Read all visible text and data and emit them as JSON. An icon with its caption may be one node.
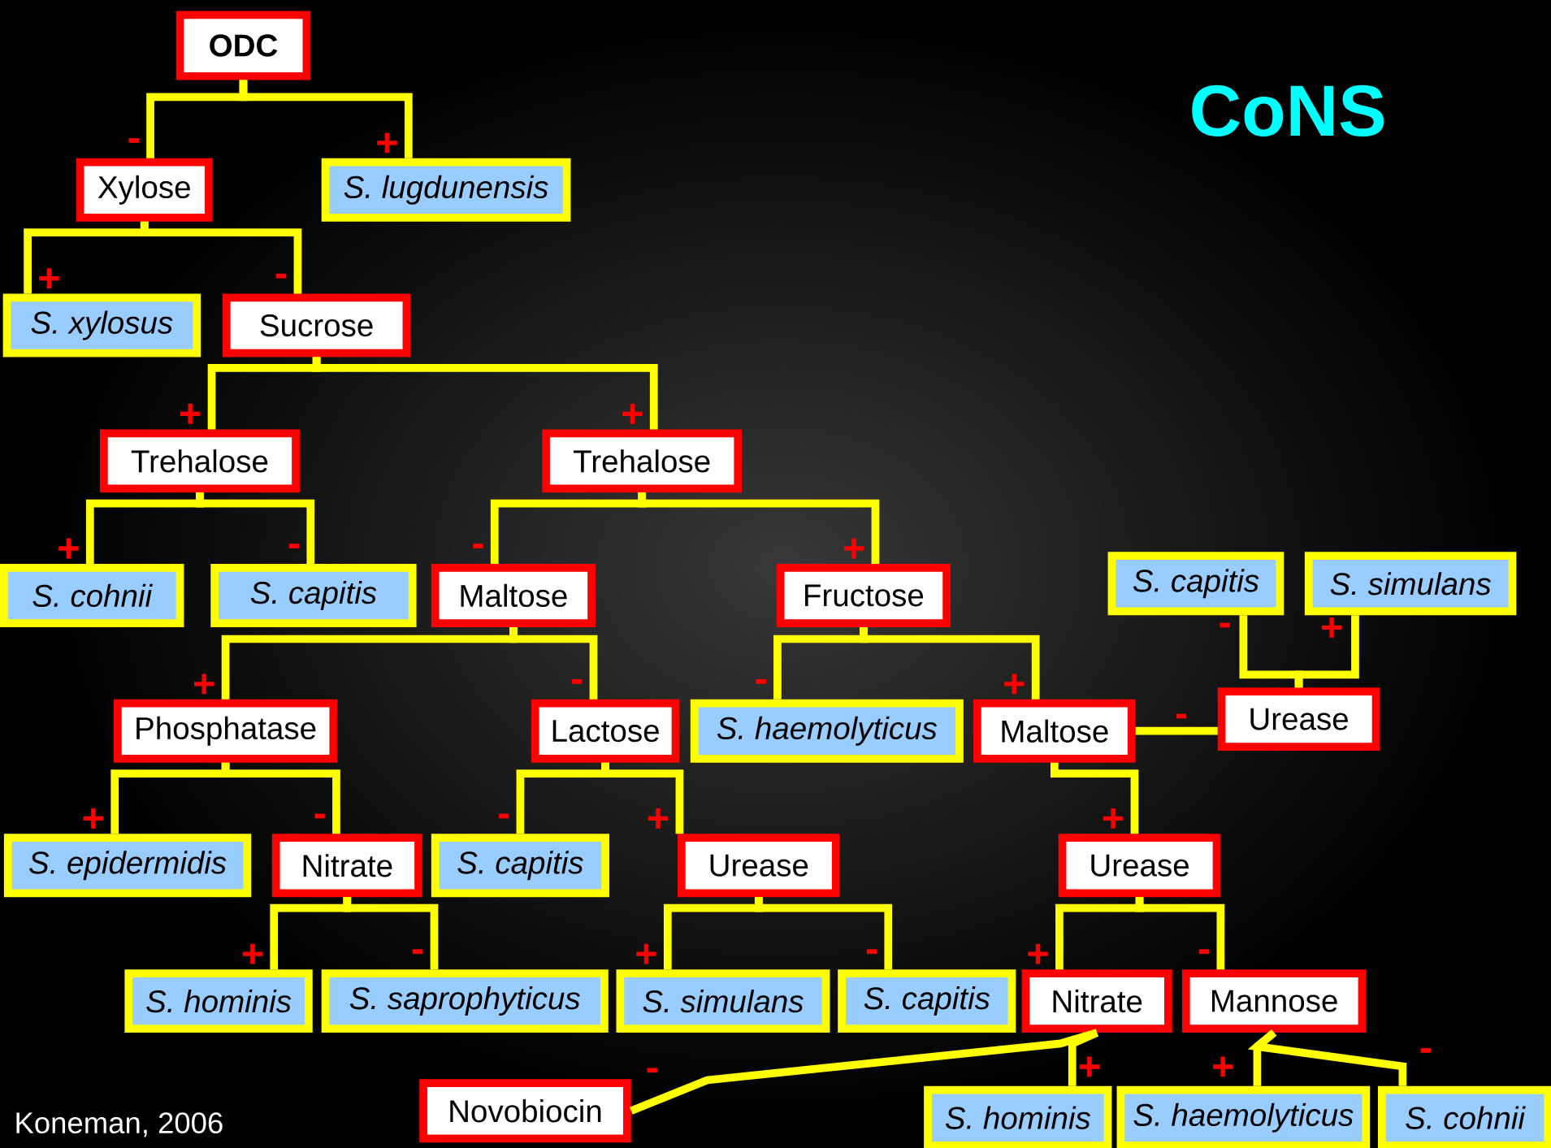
{
  "diagram": {
    "title": "CoNS",
    "caption": "Koneman, 2006",
    "nodes": [
      {
        "text": [
          "ODC"
        ]
      },
      {
        "text": [
          "Xylose"
        ]
      },
      {
        "text": [
          "S. lugdunensis"
        ]
      },
      {
        "text": [
          "S. xylosus"
        ]
      },
      {
        "text": [
          "Sucrose"
        ]
      },
      {
        "text": [
          "Trehalose"
        ]
      },
      {
        "text": [
          "Trehalose"
        ]
      },
      {
        "text": [
          "S. cohnii"
        ]
      },
      {
        "text": [
          "S. capitis"
        ]
      },
      {
        "text": [
          "Maltose"
        ]
      },
      {
        "text": [
          "Fructose"
        ]
      },
      {
        "text": [
          "S. capitis"
        ]
      },
      {
        "text": [
          "S. simulans"
        ]
      },
      {
        "text": [
          "Phosphatase"
        ]
      },
      {
        "text": [
          "Lactose"
        ]
      },
      {
        "text": [
          "S. haemolyticus"
        ]
      },
      {
        "text": [
          "Maltose"
        ]
      },
      {
        "text": [
          "Urease"
        ]
      },
      {
        "text": [
          "S. epidermidis"
        ]
      },
      {
        "text": [
          "Nitrate"
        ]
      },
      {
        "text": [
          "S. capitis"
        ]
      },
      {
        "text": [
          "Urease"
        ]
      },
      {
        "text": [
          "Urease"
        ]
      },
      {
        "text": [
          "S. hominis"
        ]
      },
      {
        "text": [
          "S. saprophyticus"
        ]
      },
      {
        "text": [
          "S. simulans"
        ]
      },
      {
        "text": [
          "S. capitis"
        ]
      },
      {
        "text": [
          "Nitrate"
        ]
      },
      {
        "text": [
          "Mannose"
        ]
      },
      {
        "text": [
          "Novobiocin"
        ]
      },
      {
        "text": [
          "S. hominis"
        ]
      },
      {
        "text": [
          "S. haemolyticus"
        ]
      },
      {
        "text": [
          "S. cohnii"
        ]
      }
    ],
    "edges": [
      {
        "from": 0,
        "to": 1,
        "arrow": "none",
        "label": "-"
      },
      {
        "from": 0,
        "to": 2,
        "arrow": "none",
        "label": "+"
      },
      {
        "from": 1,
        "to": 3,
        "arrow": "none",
        "label": "+"
      },
      {
        "from": 1,
        "to": 4,
        "arrow": "none",
        "label": "-"
      },
      {
        "from": 4,
        "to": 5,
        "arrow": "none",
        "label": "+"
      },
      {
        "from": 4,
        "to": 6,
        "arrow": "none",
        "label": "+"
      },
      {
        "from": 5,
        "to": 7,
        "arrow": "none",
        "label": "+"
      },
      {
        "from": 5,
        "to": 8,
        "arrow": "none",
        "label": "-"
      },
      {
        "from": 6,
        "to": 9,
        "arrow": "none",
        "label": "-"
      },
      {
        "from": 6,
        "to": 10,
        "arrow": "none",
        "label": "+"
      },
      {
        "from": 9,
        "to": 13,
        "arrow": "none",
        "label": "+"
      },
      {
        "from": 9,
        "to": 14,
        "arrow": "none",
        "label": "-"
      },
      {
        "from": 10,
        "to": 15,
        "arrow": "none",
        "label": "-"
      },
      {
        "from": 10,
        "to": 16,
        "arrow": "none",
        "label": "+"
      },
      {
        "from": 16,
        "to": 17,
        "arrow": "none",
        "label": "-"
      },
      {
        "from": 17,
        "to": 11,
        "arrow": "none",
        "label": "-"
      },
      {
        "from": 17,
        "to": 12,
        "arrow": "none",
        "label": "+"
      },
      {
        "from": 13,
        "to": 18,
        "arrow": "none",
        "label": "+"
      },
      {
        "from": 13,
        "to": 19,
        "arrow": "none",
        "label": "-"
      },
      {
        "from": 14,
        "to": 20,
        "arrow": "none",
        "label": "-"
      },
      {
        "from": 14,
        "to": 21,
        "arrow": "none",
        "label": "+"
      },
      {
        "from": 16,
        "to": 22,
        "arrow": "none",
        "label": "+"
      },
      {
        "from": 19,
        "to": 23,
        "arrow": "none",
        "label": "+"
      },
      {
        "from": 19,
        "to": 24,
        "arrow": "none",
        "label": "-"
      },
      {
        "from": 21,
        "to": 25,
        "arrow": "none",
        "label": "+"
      },
      {
        "from": 21,
        "to": 26,
        "arrow": "none",
        "label": "-"
      },
      {
        "from": 22,
        "to": 27,
        "arrow": "none",
        "label": "+"
      },
      {
        "from": 22,
        "to": 28,
        "arrow": "none",
        "label": "-"
      },
      {
        "from": 27,
        "to": 29,
        "arrow": "none",
        "label": "-"
      },
      {
        "from": 27,
        "to": 30,
        "arrow": "none",
        "label": "+"
      },
      {
        "from": 28,
        "to": 31,
        "arrow": "none",
        "label": "+"
      },
      {
        "from": 28,
        "to": 32,
        "arrow": "none",
        "label": "-"
      }
    ]
  }
}
